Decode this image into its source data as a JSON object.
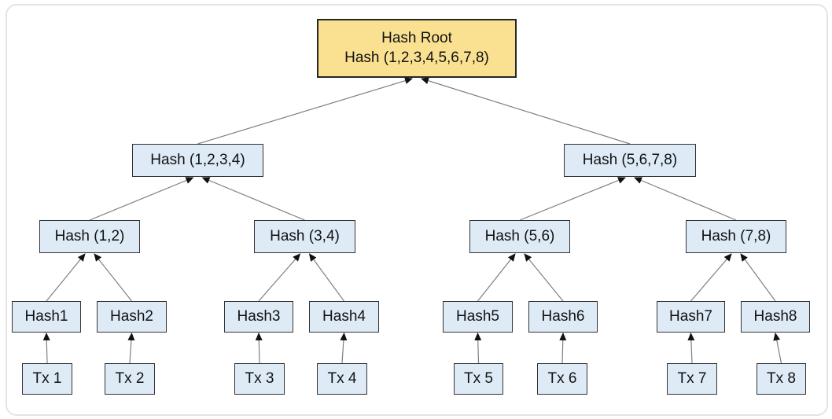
{
  "diagram": {
    "colors": {
      "root_fill": "#FAE191",
      "node_fill": "#DEEBF7",
      "node_border": "#333333",
      "line": "#7f7f7f",
      "arrowhead": "#111111"
    },
    "nodes": [
      {
        "id": "hash-root",
        "lines": [
          "Hash Root",
          "Hash (1,2,3,4,5,6,7,8)"
        ],
        "style": "gold"
      },
      {
        "id": "hash-1234",
        "label": "Hash (1,2,3,4)",
        "style": "blue"
      },
      {
        "id": "hash-5678",
        "label": "Hash (5,6,7,8)",
        "style": "blue"
      },
      {
        "id": "hash-12",
        "label": "Hash (1,2)",
        "style": "blue"
      },
      {
        "id": "hash-34",
        "label": "Hash (3,4)",
        "style": "blue"
      },
      {
        "id": "hash-56",
        "label": "Hash (5,6)",
        "style": "blue"
      },
      {
        "id": "hash-78",
        "label": "Hash (7,8)",
        "style": "blue"
      },
      {
        "id": "hash1",
        "label": "Hash1",
        "style": "blue"
      },
      {
        "id": "hash2",
        "label": "Hash2",
        "style": "blue"
      },
      {
        "id": "hash3",
        "label": "Hash3",
        "style": "blue"
      },
      {
        "id": "hash4",
        "label": "Hash4",
        "style": "blue"
      },
      {
        "id": "hash5",
        "label": "Hash5",
        "style": "blue"
      },
      {
        "id": "hash6",
        "label": "Hash6",
        "style": "blue"
      },
      {
        "id": "hash7",
        "label": "Hash7",
        "style": "blue"
      },
      {
        "id": "hash8",
        "label": "Hash8",
        "style": "blue"
      },
      {
        "id": "tx1",
        "label": "Tx 1",
        "style": "blue"
      },
      {
        "id": "tx2",
        "label": "Tx 2",
        "style": "blue"
      },
      {
        "id": "tx3",
        "label": "Tx 3",
        "style": "blue"
      },
      {
        "id": "tx4",
        "label": "Tx 4",
        "style": "blue"
      },
      {
        "id": "tx5",
        "label": "Tx 5",
        "style": "blue"
      },
      {
        "id": "tx6",
        "label": "Tx 6",
        "style": "blue"
      },
      {
        "id": "tx7",
        "label": "Tx 7",
        "style": "blue"
      },
      {
        "id": "tx8",
        "label": "Tx 8",
        "style": "blue"
      }
    ],
    "edges": [
      {
        "from": "hash-1234",
        "to": "hash-root"
      },
      {
        "from": "hash-5678",
        "to": "hash-root"
      },
      {
        "from": "hash-12",
        "to": "hash-1234"
      },
      {
        "from": "hash-34",
        "to": "hash-1234"
      },
      {
        "from": "hash-56",
        "to": "hash-5678"
      },
      {
        "from": "hash-78",
        "to": "hash-5678"
      },
      {
        "from": "hash1",
        "to": "hash-12"
      },
      {
        "from": "hash2",
        "to": "hash-12"
      },
      {
        "from": "hash3",
        "to": "hash-34"
      },
      {
        "from": "hash4",
        "to": "hash-34"
      },
      {
        "from": "hash5",
        "to": "hash-56"
      },
      {
        "from": "hash6",
        "to": "hash-56"
      },
      {
        "from": "hash7",
        "to": "hash-78"
      },
      {
        "from": "hash8",
        "to": "hash-78"
      },
      {
        "from": "tx1",
        "to": "hash1"
      },
      {
        "from": "tx2",
        "to": "hash2"
      },
      {
        "from": "tx3",
        "to": "hash3"
      },
      {
        "from": "tx4",
        "to": "hash4"
      },
      {
        "from": "tx5",
        "to": "hash5"
      },
      {
        "from": "tx6",
        "to": "hash6"
      },
      {
        "from": "tx7",
        "to": "hash7"
      },
      {
        "from": "tx8",
        "to": "hash8"
      }
    ]
  }
}
